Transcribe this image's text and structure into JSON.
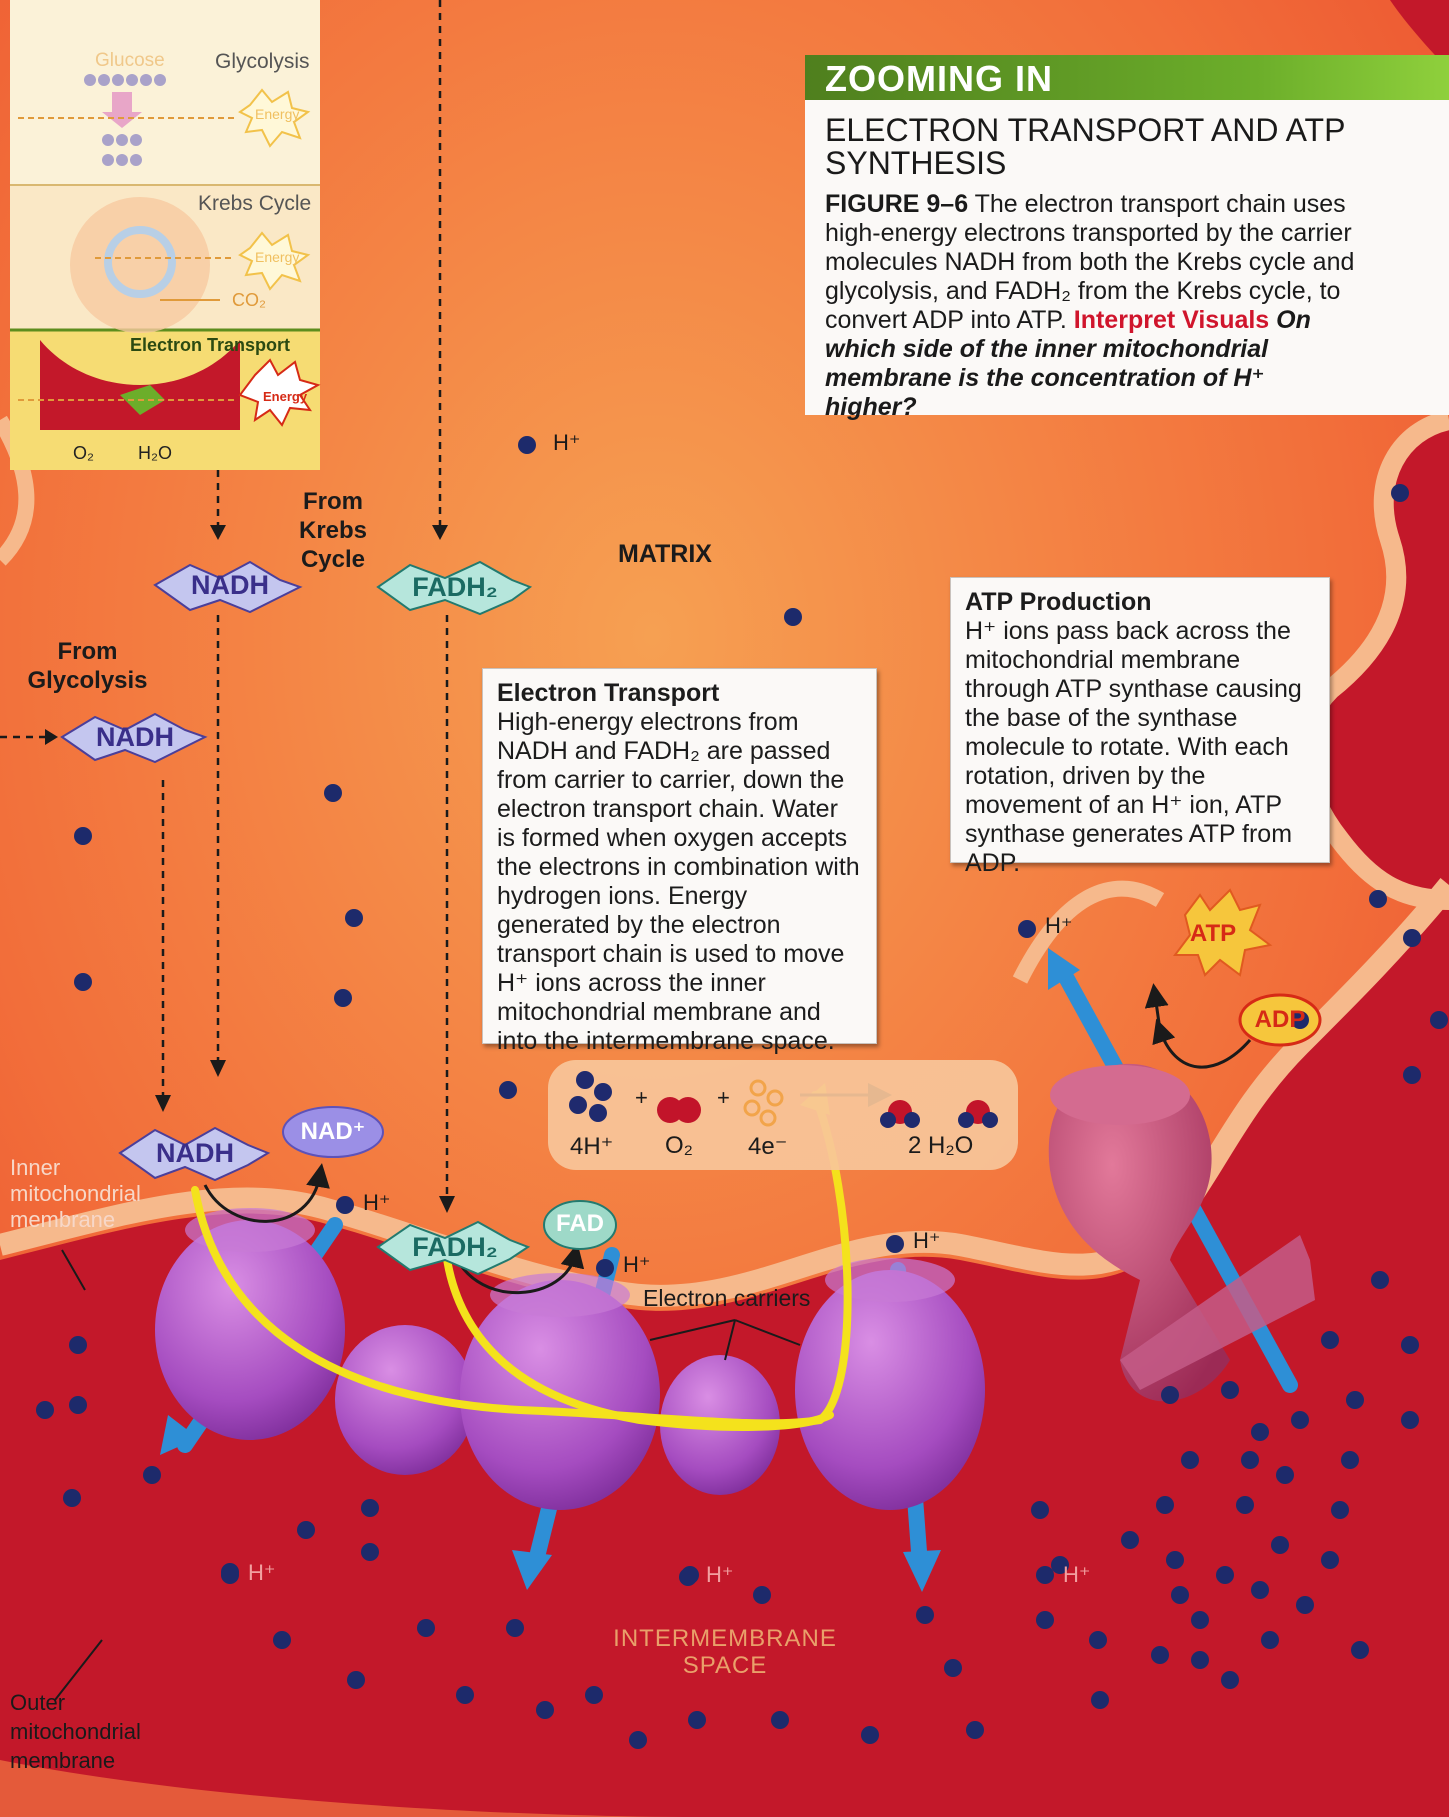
{
  "zooming_in": {
    "banner": "ZOOMING IN",
    "heading": "ELECTRON TRANSPORT AND ATP SYNTHESIS",
    "figure_label": "FIGURE 9–6",
    "caption": "The electron transport chain uses high-energy electrons transported by the carrier molecules NADH from both the Krebs cycle and glycolysis, and FADH₂ from the Krebs cycle, to convert ADP into ATP.",
    "interpret_label": "Interpret Visuals",
    "question": "On which side of the inner mitochondrial membrane is the concentration of H⁺ higher?"
  },
  "inset": {
    "glucose": "Glucose",
    "glycolysis": "Glycolysis",
    "energy_1": "Energy",
    "krebs_cycle": "Krebs Cycle",
    "energy_2": "Energy",
    "co2": "CO₂",
    "electron_transport": "Electron Transport",
    "energy_3": "Energy",
    "o2": "O₂",
    "h2o": "H₂O"
  },
  "labels": {
    "from_krebs": "From Krebs Cycle",
    "from_glycolysis": "From Glycolysis",
    "matrix": "MATRIX",
    "intermembrane_space": "INTERMEMBRANE SPACE",
    "inner_membrane": "Inner mitochondrial membrane",
    "outer_membrane": "Outer mitochondrial membrane",
    "electron_carriers": "Electron carriers",
    "h_plus": "H⁺"
  },
  "carriers": {
    "nadh": "NADH",
    "fadh2": "FADH₂",
    "nad_plus": "NAD⁺",
    "fad": "FAD",
    "atp": "ATP",
    "adp": "ADP"
  },
  "equation": {
    "h_ions": "4H⁺",
    "oxygen": "O₂",
    "electrons": "4e⁻",
    "water": "2 H₂O",
    "plus": "+"
  },
  "electron_transport_box": {
    "title": "Electron Transport",
    "text": "High-energy electrons from NADH and FADH₂ are passed from carrier to carrier, down the electron transport chain. Water is formed when oxygen accepts the electrons in combination with hydrogen ions. Energy generated by the electron transport chain is used to move H⁺ ions across the inner mitochondrial membrane and into the intermembrane space."
  },
  "atp_production_box": {
    "title": "ATP Production",
    "text": "H⁺ ions pass back across the mitochondrial membrane through ATP synthase causing the base of the synthase molecule to rotate. With each rotation, driven by the movement of an H⁺ ion, ATP synthase generates ATP from ADP."
  },
  "colors": {
    "matrix": "#f26a3a",
    "intermembrane": "#c8192a",
    "membrane_band": "#f4b68a",
    "protein": "#b45ac8",
    "electron_path": "#f4e21c",
    "proton_arrow": "#2e8fd6",
    "banner": "#5e9c24",
    "nadh_star": "#c4c6ef",
    "fadh2_star": "#b6e6dc"
  }
}
